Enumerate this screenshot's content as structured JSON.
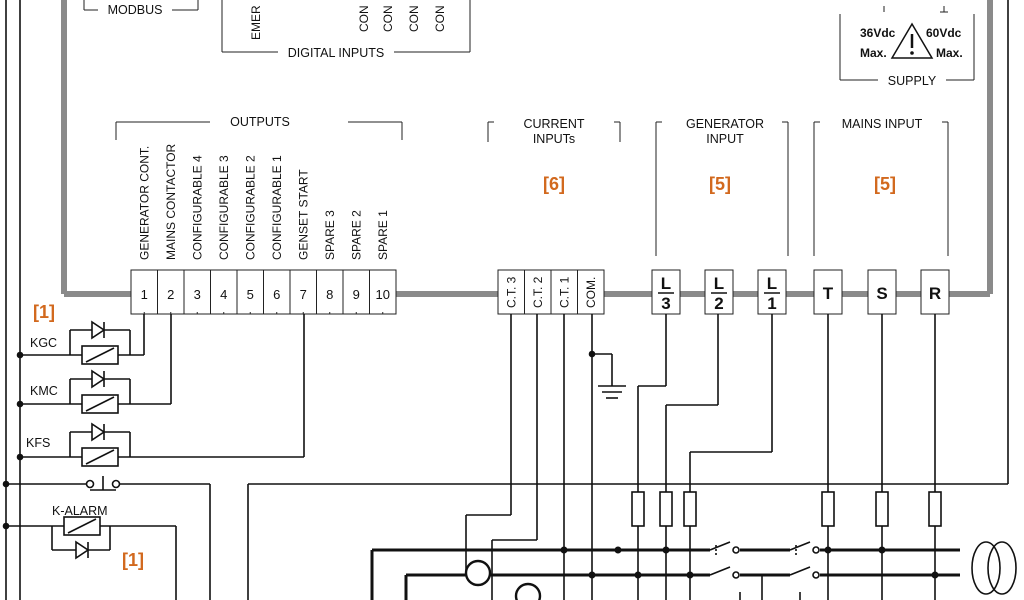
{
  "labels": {
    "modbus": "MODBUS",
    "digital_inputs": "DIGITAL INPUTS",
    "emer": "EMER",
    "con": "CON",
    "supply": "SUPPLY",
    "v36": "36Vdc",
    "v60": "60Vdc",
    "max": "Max.",
    "outputs": "OUTPUTS",
    "current_inputs_1": "CURRENT",
    "current_inputs_2": "INPUTs",
    "generator_input_1": "GENERATOR",
    "generator_input_2": "INPUT",
    "mains_input": "MAINS INPUT",
    "kgc": "KGC",
    "kmc": "KMC",
    "kfs": "KFS",
    "k_alarm": "K-ALARM"
  },
  "refs": {
    "outputs_ref": "[1]",
    "alarm_ref": "[1]",
    "current_ref": "[6]",
    "generator_ref": "[5]",
    "mains_ref": "[5]"
  },
  "outputs": [
    {
      "num": "1",
      "label": "GENERATOR  CONT."
    },
    {
      "num": "2",
      "label": "MAINS CONTACTOR"
    },
    {
      "num": "3",
      "label": "CONFIGURABLE 4"
    },
    {
      "num": "4",
      "label": "CONFIGURABLE 3"
    },
    {
      "num": "5",
      "label": "CONFIGURABLE 2"
    },
    {
      "num": "6",
      "label": "CONFIGURABLE 1"
    },
    {
      "num": "7",
      "label": "GENSET START"
    },
    {
      "num": "8",
      "label": "SPARE 3"
    },
    {
      "num": "9",
      "label": "SPARE 2"
    },
    {
      "num": "10",
      "label": "SPARE 1"
    }
  ],
  "current_terminals": [
    "C.T. 3",
    "C.T. 2",
    "C.T. 1",
    "COM."
  ],
  "generator_terminals": [
    {
      "letter": "L",
      "num": "3"
    },
    {
      "letter": "L",
      "num": "2"
    },
    {
      "letter": "L",
      "num": "1"
    }
  ],
  "mains_terminals": [
    "T",
    "S",
    "R"
  ]
}
